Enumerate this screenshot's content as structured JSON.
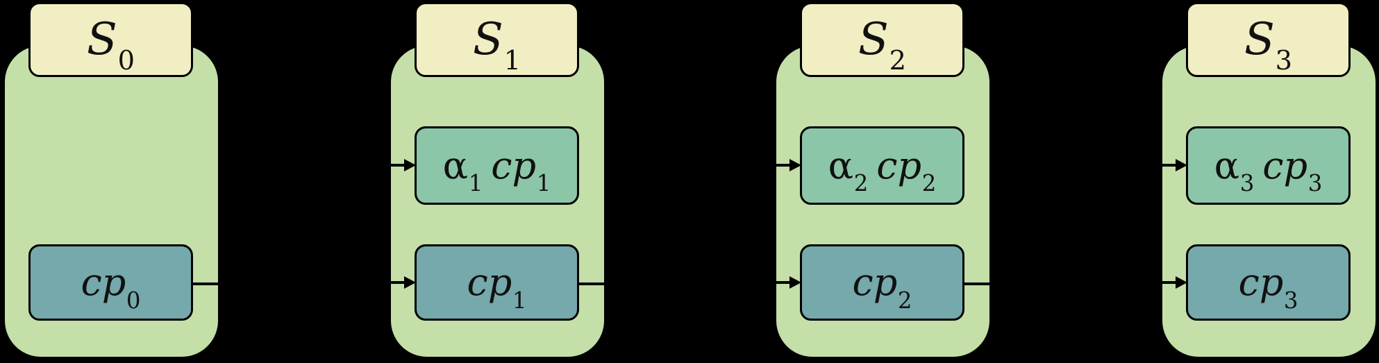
{
  "diagram": {
    "description_colors": {
      "background": "#000000",
      "stage_fill": "#C4DFA8",
      "tab_fill": "#F2EEC3",
      "alpha_box_fill": "#8CC6A9",
      "cp_box_fill": "#75A9AC",
      "line_color": "#000000"
    },
    "stages": [
      {
        "tab": {
          "main": "S",
          "sub": "0"
        },
        "cp_box": {
          "main": "cp",
          "sub": "0"
        },
        "has_alpha_box": false,
        "has_input_arrows": false,
        "has_output_stub": true
      },
      {
        "tab": {
          "main": "S",
          "sub": "1"
        },
        "alpha_box": {
          "alpha": "α",
          "alpha_sub": "1",
          "main": "cp",
          "sub": "1"
        },
        "cp_box": {
          "main": "cp",
          "sub": "1"
        },
        "has_alpha_box": true,
        "has_input_arrows": true,
        "has_output_stub": true
      },
      {
        "tab": {
          "main": "S",
          "sub": "2"
        },
        "alpha_box": {
          "alpha": "α",
          "alpha_sub": "2",
          "main": "cp",
          "sub": "2"
        },
        "cp_box": {
          "main": "cp",
          "sub": "2"
        },
        "has_alpha_box": true,
        "has_input_arrows": true,
        "has_output_stub": true
      },
      {
        "tab": {
          "main": "S",
          "sub": "3"
        },
        "alpha_box": {
          "alpha": "α",
          "alpha_sub": "3",
          "main": "cp",
          "sub": "3"
        },
        "cp_box": {
          "main": "cp",
          "sub": "3"
        },
        "has_alpha_box": true,
        "has_input_arrows": true,
        "has_output_stub": false
      }
    ]
  }
}
